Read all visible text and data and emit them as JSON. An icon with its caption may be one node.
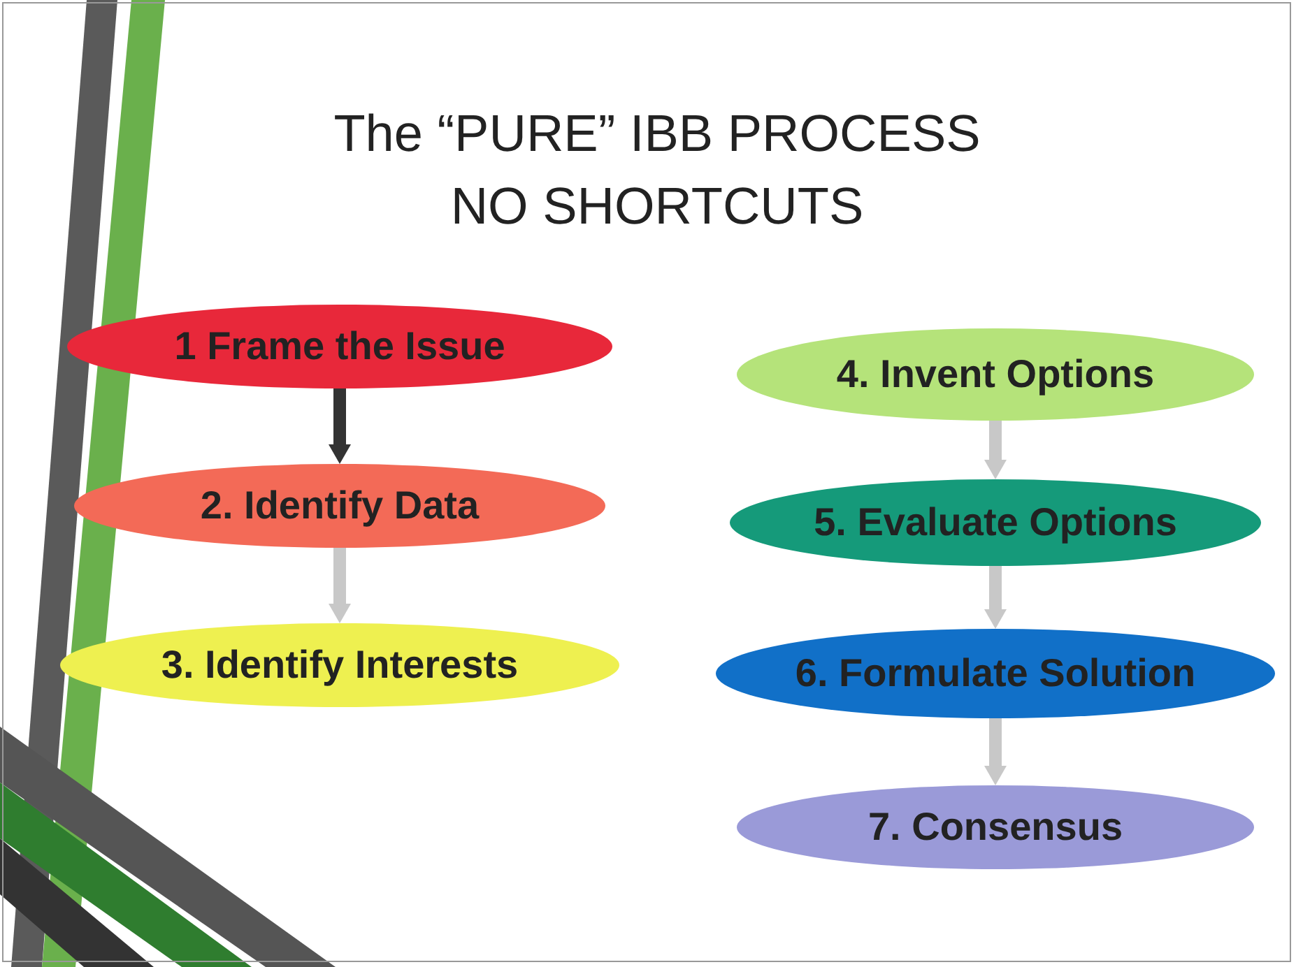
{
  "diagram": {
    "title": "The “PURE” IBB PROCESS NO SHORTCUTS",
    "nodes": [
      {
        "text": [
          "1 Frame the Issue"
        ]
      },
      {
        "text": [
          "2. Identify Data"
        ]
      },
      {
        "text": [
          "3. Identify Interests"
        ]
      },
      {
        "text": [
          "4. Invent Options"
        ]
      },
      {
        "text": [
          "5. Evaluate Options"
        ]
      },
      {
        "text": [
          "6. Formulate Solution"
        ]
      },
      {
        "text": [
          "7. Consensus"
        ]
      }
    ],
    "edges": [
      {
        "from": 0,
        "to": 1,
        "arrow": "to",
        "color": "#333333"
      },
      {
        "from": 1,
        "to": 2,
        "arrow": "to"
      },
      {
        "from": 3,
        "to": 4,
        "arrow": "to"
      },
      {
        "from": 4,
        "to": 5,
        "arrow": "to"
      },
      {
        "from": 5,
        "to": 6,
        "arrow": "to"
      }
    ]
  }
}
